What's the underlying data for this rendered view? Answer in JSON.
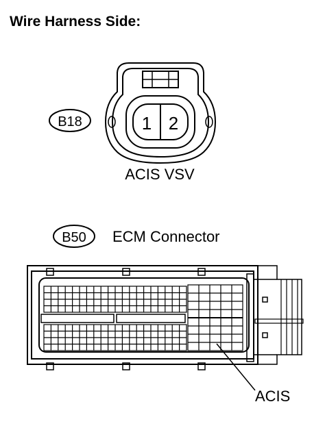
{
  "title": "Wire Harness Side:",
  "connectors": [
    {
      "code": "B18",
      "name": "ACIS VSV",
      "pins": [
        "1",
        "2"
      ]
    },
    {
      "code": "B50",
      "name": "ECM Connector",
      "pin_label": "ACIS"
    }
  ],
  "colors": {
    "line": "#000000",
    "background": "#ffffff"
  }
}
